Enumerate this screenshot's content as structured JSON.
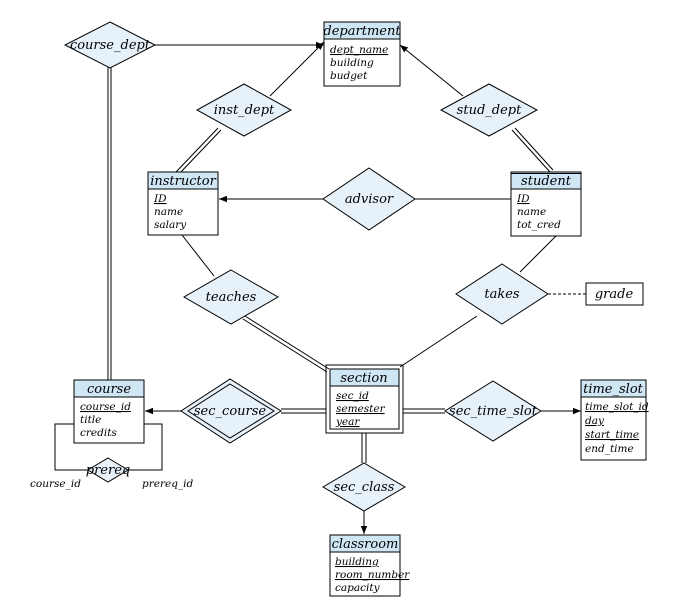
{
  "entities": {
    "department": {
      "title": "department",
      "attributes": [
        "dept_name",
        "building",
        "budget"
      ]
    },
    "instructor": {
      "title": "instructor",
      "attributes": [
        "ID",
        "name",
        "salary"
      ]
    },
    "student": {
      "title": "student",
      "attributes": [
        "ID",
        "name",
        "tot_cred"
      ]
    },
    "section": {
      "title": "section",
      "attributes": [
        "sec_id",
        "semester",
        "year"
      ]
    },
    "course": {
      "title": "course",
      "attributes": [
        "course_id",
        "title",
        "credits"
      ]
    },
    "time_slot": {
      "title": "time_slot",
      "attributes": [
        "time_slot_id",
        "day",
        "start_time",
        "end_time"
      ]
    },
    "classroom": {
      "title": "classroom",
      "attributes": [
        "building",
        "room_number",
        "capacity"
      ]
    }
  },
  "relationships": {
    "course_dept": "course_dept",
    "inst_dept": "inst_dept",
    "stud_dept": "stud_dept",
    "advisor": "advisor",
    "teaches": "teaches",
    "takes": "takes",
    "sec_course": "sec_course",
    "sec_time_slot": "sec_time_slot",
    "sec_class": "sec_class",
    "prereq": "prereq"
  },
  "relationship_attributes": {
    "grade": "grade"
  },
  "role_labels": {
    "prereq_left": "course_id",
    "prereq_right": "prereq_id"
  }
}
